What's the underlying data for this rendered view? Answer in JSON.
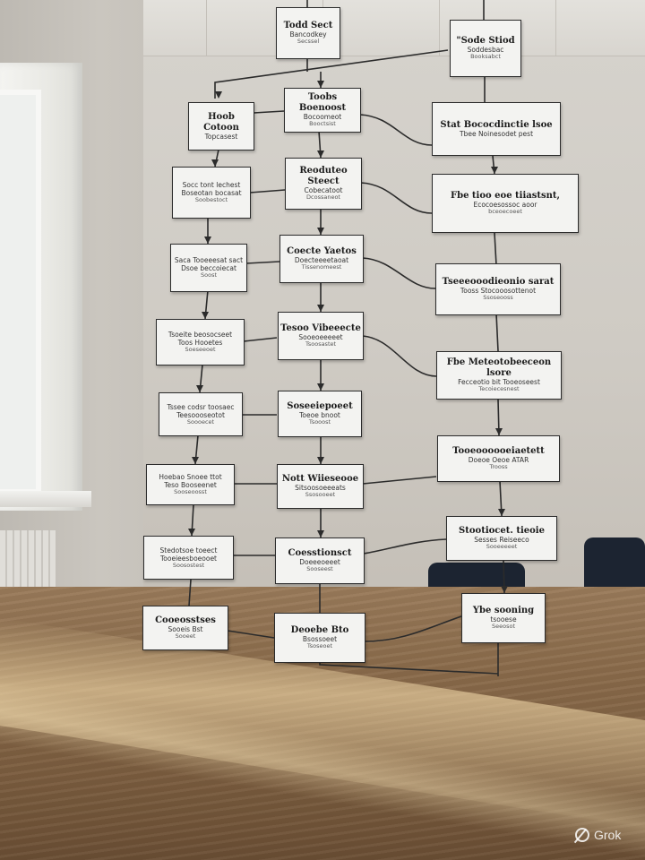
{
  "colors": {
    "box_fill": "#f3f3f1",
    "box_border": "#2b2b2b",
    "line": "#2b2b2b",
    "table": "#8a6b4b",
    "wall": "#cfcbc4"
  },
  "watermark": {
    "text": "Grok",
    "icon": "grok-logo-icon"
  },
  "boxes": [
    {
      "id": "top-center",
      "lines": [
        "Todd Sect",
        "Bancodkey",
        "Secssel"
      ]
    },
    {
      "id": "top-right",
      "lines": [
        "\"Sode Stiod",
        "Soddesbac",
        "Booksabct"
      ]
    },
    {
      "id": "l1",
      "lines": [
        "Hoob Cotoon",
        "Topcasest"
      ]
    },
    {
      "id": "c1",
      "lines": [
        "Toobs Boenoost",
        "Bocoomeot",
        "Booctsist"
      ]
    },
    {
      "id": "r1",
      "lines": [
        "Stat Bococdinctie lsoe",
        "Tbee Noinesodet pest"
      ]
    },
    {
      "id": "l2",
      "lines": [
        "Socc tont lechest",
        "Boseotan bocasat",
        "Soobestoct"
      ]
    },
    {
      "id": "c2",
      "lines": [
        "Reoduteo Steect",
        "Cobecatoot",
        "Dcossaneot"
      ]
    },
    {
      "id": "r2",
      "lines": [
        "Fbe tioo eoe tiiastsnt,",
        "Ecocoesossoc aoor",
        "bceoecoeet"
      ]
    },
    {
      "id": "l3",
      "lines": [
        "Saca Tooeeesat sact",
        "Dsoe beccoiecat",
        "Soost"
      ]
    },
    {
      "id": "c3",
      "lines": [
        "Coecte Yaetos",
        "Doecteeeetaoat",
        "Tissenomeest"
      ]
    },
    {
      "id": "r3",
      "lines": [
        "Tseeeooodieonio sarat",
        "Tooss Stocooosottenot",
        "Ssoseooss"
      ]
    },
    {
      "id": "l4",
      "lines": [
        "Tsoeite beosocseet",
        "Toos Hooetes",
        "Soeseeoet"
      ]
    },
    {
      "id": "c4",
      "lines": [
        "Tesoo Vibeeecte",
        "Sooeoeeeeet",
        "Tsoosastet"
      ]
    },
    {
      "id": "r4",
      "lines": [
        "Fbe Meteotobeeceon lsore",
        "Fecceotio bit Tooeoseest",
        "Tecoiecesnest"
      ]
    },
    {
      "id": "l5",
      "lines": [
        "Tssee codsr toosaec",
        "Teesoooseotot",
        "Soooecet"
      ]
    },
    {
      "id": "c5",
      "lines": [
        "Soseeiepoeet",
        "Toeoe bnoot",
        "Tsooost"
      ]
    },
    {
      "id": "r5",
      "lines": [
        "Tooeoooooeiaetett",
        "Doeoe Oeoe ATAR",
        "Trooss"
      ]
    },
    {
      "id": "l6",
      "lines": [
        "Hoebao Snoee ttot",
        "Teso Booseenet",
        "Sooseoosst"
      ]
    },
    {
      "id": "c6",
      "lines": [
        "Nott Wiieseooe",
        "Sitsoosoeeeats",
        "Ssosooeet"
      ]
    },
    {
      "id": "r6",
      "lines": [
        "Stootiocet. tieoie",
        "Sesses Reiseeco",
        "Sooeeeeet"
      ]
    },
    {
      "id": "l7",
      "lines": [
        "Stedotsoe toeect",
        "Tooeieesboeooet",
        "Soosostest"
      ]
    },
    {
      "id": "c7",
      "lines": [
        "Coesstionsct",
        "Doeeeoeeet",
        "Sooseest"
      ]
    },
    {
      "id": "r7",
      "lines": [
        "Ybe sooning",
        "tsooese",
        "Seeosot"
      ]
    },
    {
      "id": "l8",
      "lines": [
        "Cooeosstses",
        "Sooeis Bst",
        "Sooeet"
      ]
    },
    {
      "id": "c8",
      "lines": [
        "Deoebe Bto",
        "Bsossoeet",
        "Tsoseoet"
      ]
    }
  ]
}
